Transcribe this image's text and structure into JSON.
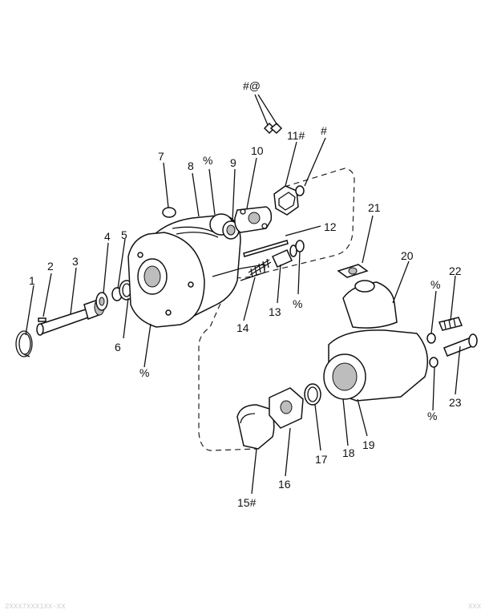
{
  "callouts": [
    {
      "id": "c1",
      "text": "1"
    },
    {
      "id": "c2",
      "text": "2"
    },
    {
      "id": "c3",
      "text": "3"
    },
    {
      "id": "c4",
      "text": "4"
    },
    {
      "id": "c5",
      "text": "5"
    },
    {
      "id": "c6",
      "text": "6"
    },
    {
      "id": "c7",
      "text": "7"
    },
    {
      "id": "c8",
      "text": "8"
    },
    {
      "id": "c9",
      "text": "9"
    },
    {
      "id": "c10",
      "text": "10"
    },
    {
      "id": "c11",
      "text": "11#"
    },
    {
      "id": "c12",
      "text": "12"
    },
    {
      "id": "c13",
      "text": "13"
    },
    {
      "id": "c14",
      "text": "14"
    },
    {
      "id": "c15",
      "text": "15#"
    },
    {
      "id": "c16",
      "text": "16"
    },
    {
      "id": "c17",
      "text": "17"
    },
    {
      "id": "c18",
      "text": "18"
    },
    {
      "id": "c19",
      "text": "19"
    },
    {
      "id": "c20",
      "text": "20"
    },
    {
      "id": "c21",
      "text": "21"
    },
    {
      "id": "c22",
      "text": "22"
    },
    {
      "id": "c23",
      "text": "23"
    },
    {
      "id": "kit",
      "text": "#@"
    },
    {
      "id": "hash",
      "text": "#"
    },
    {
      "id": "pct1",
      "text": "%"
    },
    {
      "id": "pct2",
      "text": "%"
    },
    {
      "id": "pct3",
      "text": "%"
    },
    {
      "id": "pct4",
      "text": "%"
    },
    {
      "id": "pct5",
      "text": "%"
    }
  ],
  "footer": {
    "left": "2XXX7XXX1XX-XX",
    "right": "XXX"
  }
}
